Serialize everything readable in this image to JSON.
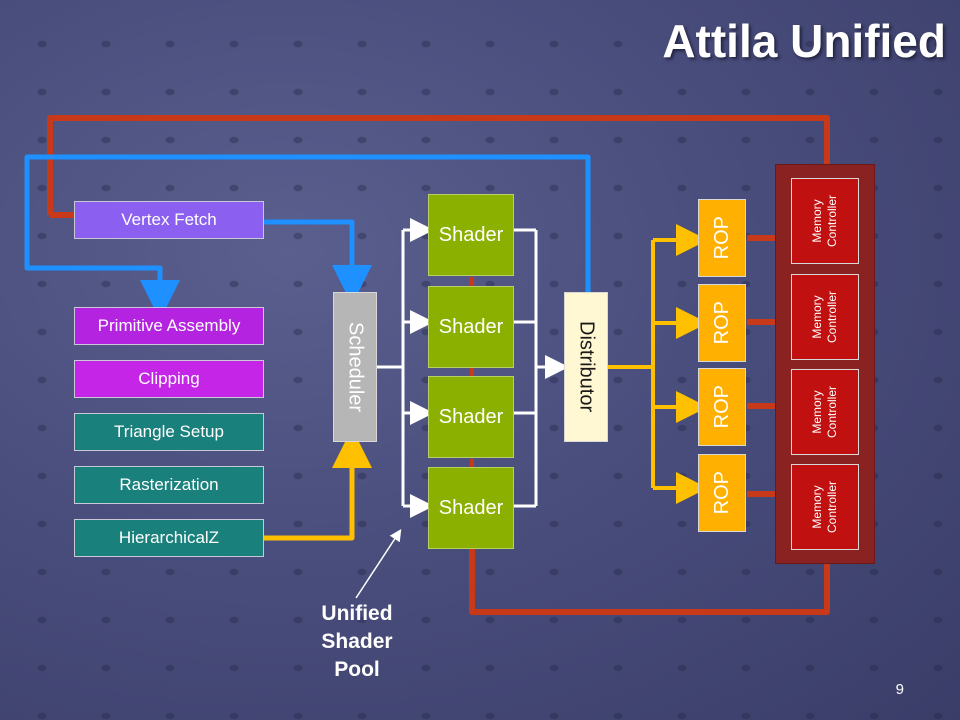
{
  "slide": {
    "title": "Attila Unified",
    "page_number": "9"
  },
  "pipeline_stages": {
    "vertex_fetch": "Vertex Fetch",
    "primitive_assembly": "Primitive Assembly",
    "clipping": "Clipping",
    "triangle_setup": "Triangle Setup",
    "rasterization": "Rasterization",
    "hierarchical_z": "HierarchicalZ"
  },
  "scheduler": "Scheduler",
  "shaders": [
    "Shader",
    "Shader",
    "Shader",
    "Shader"
  ],
  "distributor": "Distributor",
  "rops": [
    "ROP",
    "ROP",
    "ROP",
    "ROP"
  ],
  "memory_controllers": [
    {
      "line1": "Memory",
      "line2": "Controller"
    },
    {
      "line1": "Memory",
      "line2": "Controller"
    },
    {
      "line1": "Memory",
      "line2": "Controller"
    },
    {
      "line1": "Memory",
      "line2": "Controller"
    }
  ],
  "annotation": {
    "line1": "Unified",
    "line2": "Shader",
    "line3": "Pool"
  },
  "colors": {
    "red_wire": "#c8391a",
    "blue_wire": "#1e90ff",
    "yellow_wire": "#ffc000",
    "white_wire": "#ffffff"
  }
}
